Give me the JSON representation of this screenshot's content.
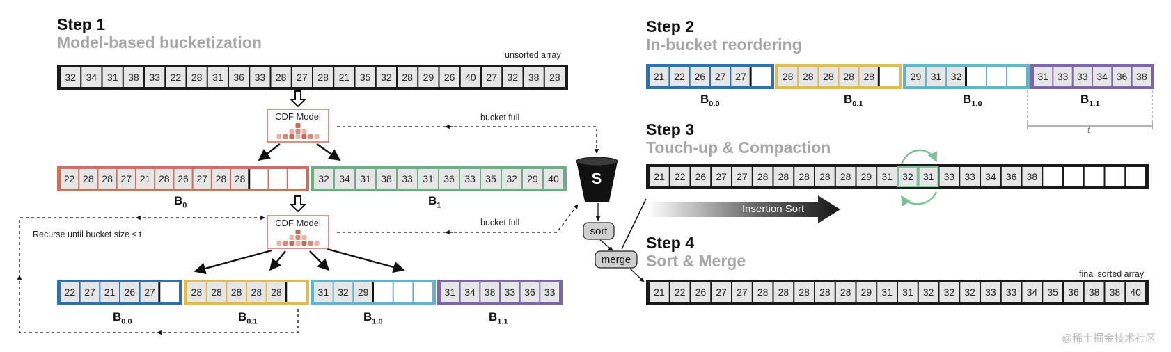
{
  "step1": {
    "title": "Step 1",
    "subtitle": "Model-based bucketization",
    "unsorted_label": "unsorted array",
    "unsorted": [
      32,
      34,
      31,
      38,
      33,
      22,
      28,
      31,
      36,
      33,
      28,
      27,
      28,
      21,
      35,
      32,
      28,
      29,
      26,
      40,
      27,
      32,
      38,
      28
    ]
  },
  "model": {
    "label": "CDF Model",
    "bucket_full": "bucket full",
    "recurse": "Recurse until bucket size ≤ t"
  },
  "level1": {
    "b0": {
      "name": "B",
      "sub": "0",
      "values": [
        22,
        28,
        28,
        27,
        21,
        28,
        26,
        27,
        28,
        28
      ],
      "empty": 3,
      "color": "#d98979",
      "border": "#c9705e"
    },
    "b1": {
      "name": "B",
      "sub": "1",
      "values": [
        32,
        34,
        31,
        38,
        33,
        31,
        36,
        33,
        35,
        32,
        29,
        40
      ],
      "empty": 0,
      "color": "#8fc79f",
      "border": "#6fae82"
    }
  },
  "level2": [
    {
      "name": "B",
      "sub": "0.0",
      "values": [
        22,
        27,
        21,
        26,
        27
      ],
      "empty": 1,
      "color": "#4a8ac4",
      "border": "#3270ab"
    },
    {
      "name": "B",
      "sub": "0.1",
      "values": [
        28,
        28,
        28,
        28,
        28
      ],
      "empty": 1,
      "color": "#f2d27b",
      "border": "#e0bb55"
    },
    {
      "name": "B",
      "sub": "1.0",
      "values": [
        31,
        32,
        29
      ],
      "empty": 3,
      "color": "#8ccbe0",
      "border": "#64b3cd"
    },
    {
      "name": "B",
      "sub": "1.1",
      "values": [
        31,
        34,
        38,
        33,
        36,
        33
      ],
      "empty": 0,
      "color": "#9b86c2",
      "border": "#7d67ab"
    }
  ],
  "spill": {
    "label": "S",
    "sort": "sort",
    "merge": "merge"
  },
  "step2": {
    "title": "Step 2",
    "subtitle": "In-bucket reordering",
    "t_label": "t",
    "buckets": [
      {
        "name": "B",
        "sub": "0.0",
        "values": [
          21,
          22,
          26,
          27,
          27
        ],
        "empty": 1,
        "color": "#4a8ac4",
        "border": "#3270ab"
      },
      {
        "name": "B",
        "sub": "0.1",
        "values": [
          28,
          28,
          28,
          28,
          28
        ],
        "empty": 1,
        "color": "#f2d27b",
        "border": "#e0bb55"
      },
      {
        "name": "B",
        "sub": "1.0",
        "values": [
          29,
          31,
          32
        ],
        "empty": 3,
        "color": "#8ccbe0",
        "border": "#64b3cd"
      },
      {
        "name": "B",
        "sub": "1.1",
        "values": [
          31,
          33,
          33,
          34,
          36,
          38
        ],
        "empty": 0,
        "color": "#9b86c2",
        "border": "#7d67ab"
      }
    ]
  },
  "step3": {
    "title": "Step 3",
    "subtitle": "Touch-up & Compaction",
    "insertion": "Insertion Sort",
    "values": [
      21,
      22,
      26,
      27,
      27,
      28,
      28,
      28,
      28,
      28,
      29,
      31,
      32,
      31,
      33,
      33,
      34,
      36,
      38
    ],
    "empty": 5,
    "swap": [
      12,
      13
    ]
  },
  "step4": {
    "title": "Step 4",
    "subtitle": "Sort & Merge",
    "final_label": "final sorted array",
    "values": [
      21,
      22,
      26,
      27,
      27,
      28,
      28,
      28,
      28,
      28,
      29,
      31,
      31,
      32,
      32,
      32,
      33,
      33,
      34,
      35,
      36,
      38,
      38,
      40
    ]
  },
  "watermark": "@稀土掘金技术社区",
  "colors": {
    "cell": "#e6e6e6",
    "frame": "#1a1a1a",
    "gray": "#a6a6a6",
    "green": "#7fbf96"
  }
}
